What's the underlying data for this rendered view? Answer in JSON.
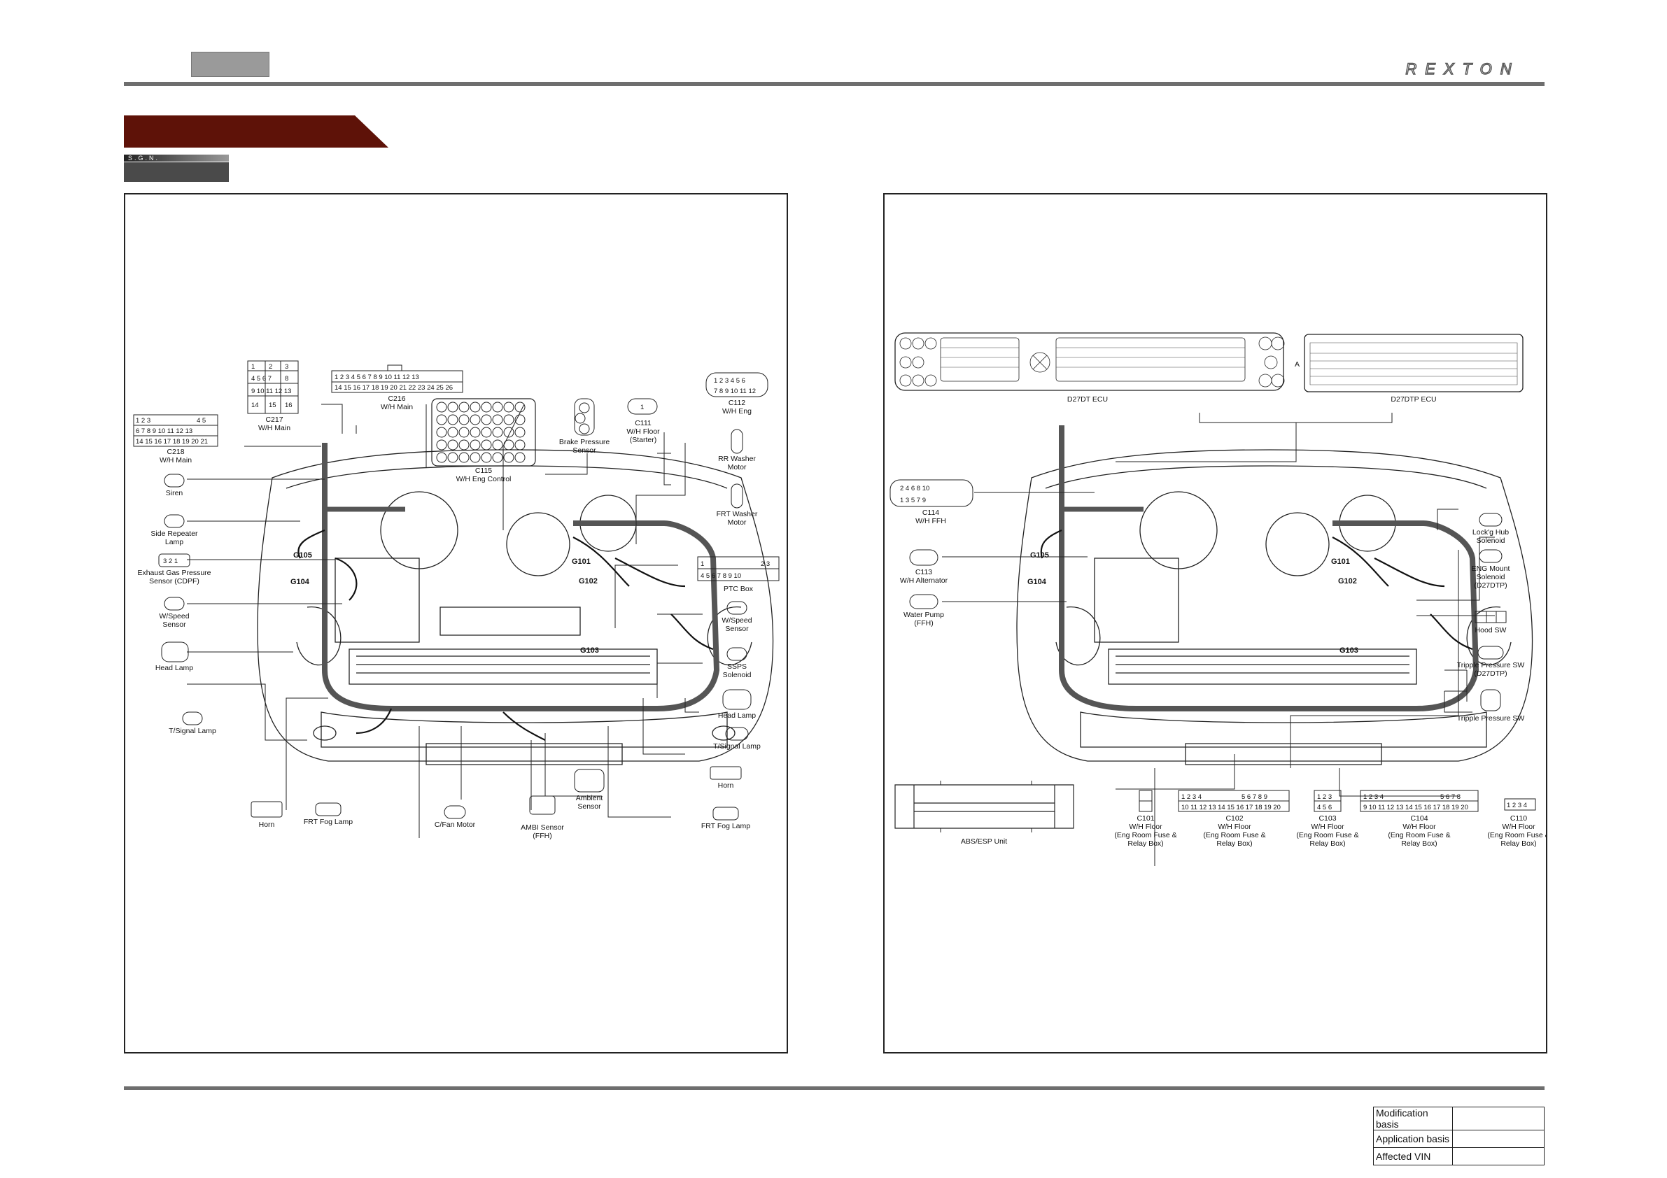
{
  "header": {
    "brand": "REXTON",
    "sgn": "S.G.N."
  },
  "left": {
    "connectors": {
      "c217": {
        "id": "C217",
        "name": "W/H Main"
      },
      "c216": {
        "id": "C216",
        "name": "W/H Main"
      },
      "c218": {
        "id": "C218",
        "name": "W/H Main"
      },
      "c115": {
        "id": "C115",
        "name": "W/H Eng Control"
      },
      "c111": {
        "id": "C111",
        "name": "W/H Floor",
        "sub": "(Starter)"
      },
      "c112": {
        "id": "C112",
        "name": "W/H Eng"
      }
    },
    "labels": {
      "brake": [
        "Brake Pressure",
        "Sensor"
      ],
      "rr_washer": [
        "RR Washer",
        "Motor"
      ],
      "frt_washer": [
        "FRT Washer",
        "Motor"
      ],
      "siren": "Siren",
      "side_rep": [
        "Side Repeater",
        "Lamp"
      ],
      "exhaust": [
        "Exhaust Gas Pressure",
        "Sensor (CDPF)"
      ],
      "wspeed_l": [
        "W/Speed",
        "Sensor"
      ],
      "head_lamp_l": "Head Lamp",
      "tsignal_l": "T/Signal Lamp",
      "ptc": "PTC Box",
      "wspeed_r": [
        "W/Speed",
        "Sensor"
      ],
      "ssps": [
        "SSPS",
        "Solenoid"
      ],
      "head_lamp_r": "Head Lamp",
      "tsignal_r": "T/Signal Lamp",
      "horn_r": "Horn",
      "ambient": [
        "Ambient",
        "Sensor"
      ],
      "frt_fog_r": "FRT Fog Lamp",
      "horn_l": "Horn",
      "frt_fog_l": "FRT Fog Lamp",
      "cfan": "C/Fan Motor",
      "ambi_ffh": [
        "AMBI Sensor",
        "(FFH)"
      ]
    },
    "grounds": [
      "G105",
      "G104",
      "G101",
      "G102",
      "G103"
    ]
  },
  "right": {
    "labels": {
      "d27dt": "D27DT ECU",
      "d27dtp": "D27DTP ECU",
      "c114": [
        "C114",
        "W/H FFH"
      ],
      "c113": [
        "C113",
        "W/H Alternator"
      ],
      "water_pump": [
        "Water Pump",
        "(FFH)"
      ],
      "locking_hub": [
        "Lock'g Hub",
        "Solenoid"
      ],
      "eng_mount": [
        "ENG Mount",
        "Solenoid",
        "(D27DTP)"
      ],
      "hood_sw": "Hood SW",
      "tripple_dtp": [
        "Tripple Pressure SW",
        "(D27DTP)"
      ],
      "tripple": "Tripple Pressure SW",
      "abs": "ABS/ESP Unit",
      "a_mark": "A"
    },
    "bottom_connectors": [
      {
        "id": "C101",
        "lines": [
          "W/H Floor",
          "(Eng Room Fuse &",
          "Relay Box)"
        ]
      },
      {
        "id": "C102",
        "lines": [
          "W/H Floor",
          "(Eng Room Fuse &",
          "Relay Box)"
        ]
      },
      {
        "id": "C103",
        "lines": [
          "W/H Floor",
          "(Eng Room Fuse &",
          "Relay Box)"
        ]
      },
      {
        "id": "C104",
        "lines": [
          "W/H Floor",
          "(Eng Room Fuse &",
          "Relay Box)"
        ]
      },
      {
        "id": "C110",
        "lines": [
          "W/H Floor",
          "(Eng Room Fuse &",
          "Relay Box)"
        ]
      }
    ],
    "grounds": [
      "G105",
      "G104",
      "G101",
      "G102",
      "G103"
    ]
  },
  "revision": [
    {
      "label": "Modification basis",
      "value": ""
    },
    {
      "label": "Application basis",
      "value": ""
    },
    {
      "label": "Affected VIN",
      "value": ""
    }
  ]
}
